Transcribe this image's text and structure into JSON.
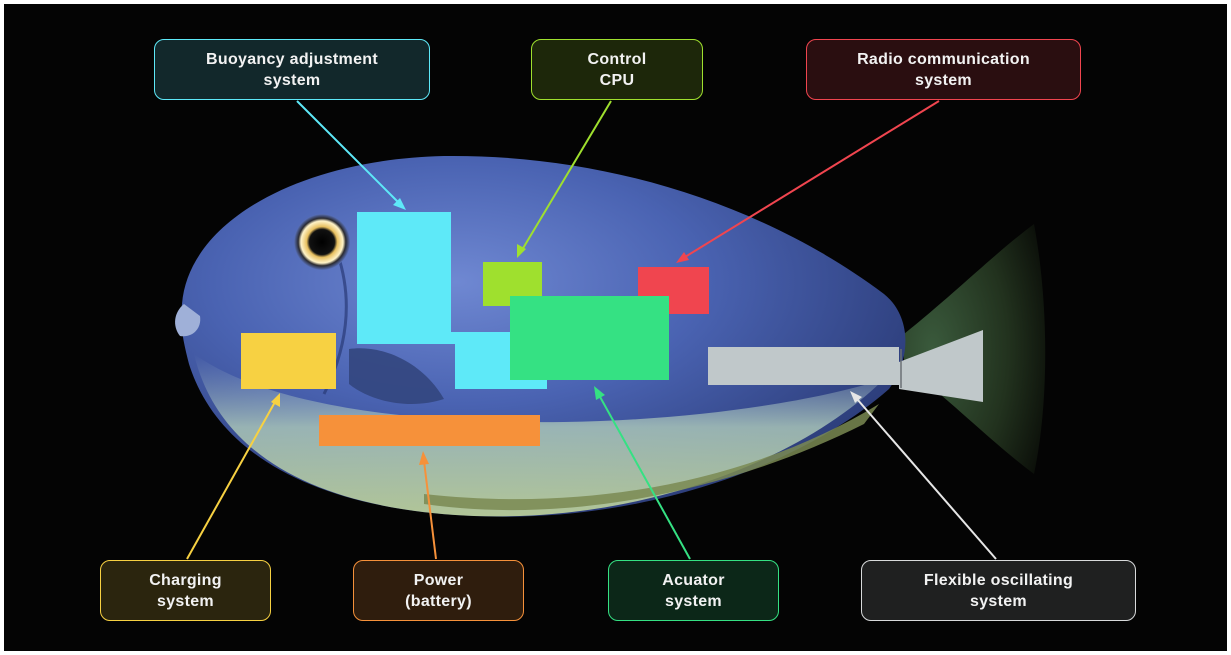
{
  "labels": {
    "buoyancy": "Buoyancy adjustment\nsystem",
    "cpu": "Control\nCPU",
    "radio": "Radio communication\nsystem",
    "charging": "Charging\nsystem",
    "power": "Power\n(battery)",
    "actuator": "Acuator\nsystem",
    "flexible": "Flexible oscillating\nsystem"
  },
  "colors": {
    "background": "#040404",
    "buoyancy": "#5ee9f8",
    "cpu": "#9fe02e",
    "radio": "#f0454f",
    "charging": "#f7d142",
    "power": "#f6913a",
    "actuator": "#35e183",
    "flexible": "#c0c8ca",
    "fish_body": "#4a66b4",
    "fish_belly": "#a9c6b4"
  }
}
